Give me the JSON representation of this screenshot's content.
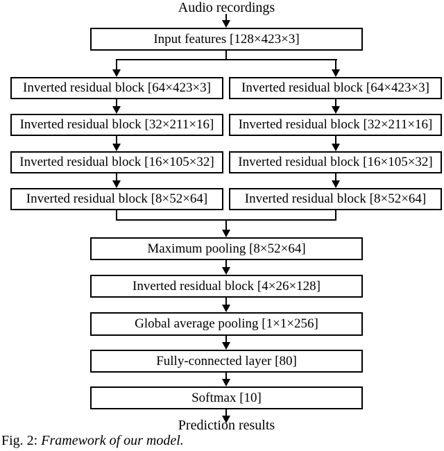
{
  "diagram": {
    "source": "Audio recordings",
    "input": "Input features [128×423×3]",
    "branches": {
      "left": [
        "Inverted residual block [64×423×3]",
        "Inverted residual block [32×211×16]",
        "Inverted residual block [16×105×32]",
        "Inverted residual block [8×52×64]"
      ],
      "right": [
        "Inverted residual block [64×423×3]",
        "Inverted residual block [32×211×16]",
        "Inverted residual block [16×105×32]",
        "Inverted residual block [8×52×64]"
      ]
    },
    "tail": [
      "Maximum pooling [8×52×64]",
      "Inverted residual block [4×26×128]",
      "Global average pooling [1×1×256]",
      "Fully-connected layer [80]",
      "Softmax [10]"
    ],
    "sink": "Prediction results"
  },
  "caption": {
    "prefix": "Fig. 2: ",
    "title": "Framework of our model."
  },
  "colors": {
    "line": "#000000",
    "background": "#ffffff",
    "text": "#000000"
  }
}
